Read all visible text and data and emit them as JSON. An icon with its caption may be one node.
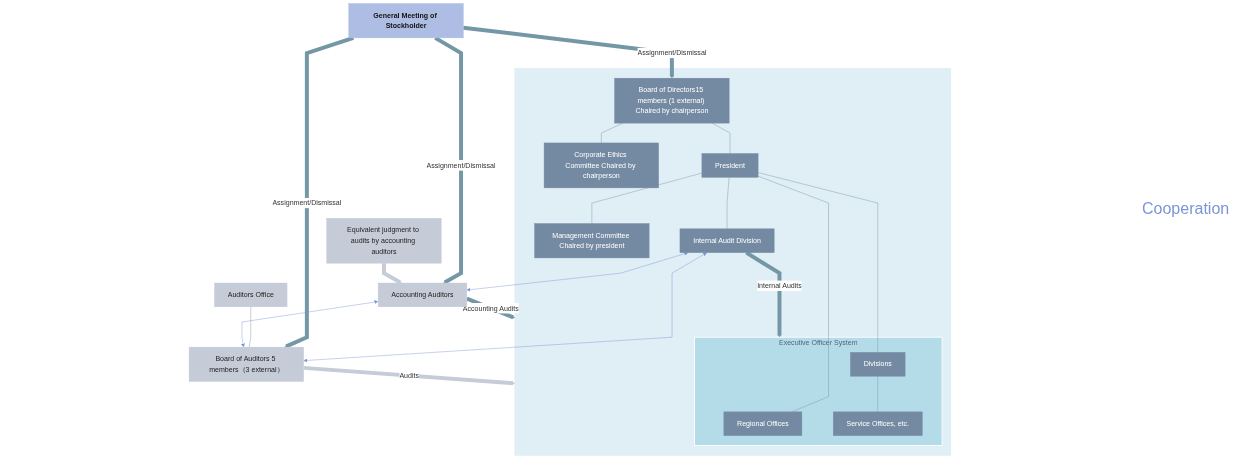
{
  "diagram": {
    "nodes": [
      {
        "text": [
          "General Meeting of Stockholder"
        ]
      },
      {
        "text": [],
        "shape": "box"
      },
      {
        "text": [
          "Board of Directors15 members (1 external) Chaired by chairperson"
        ],
        "in": 1
      },
      {
        "text": [
          "Corporate Ethics Committee Chaired by chairperson"
        ],
        "in": 1
      },
      {
        "text": [
          "President"
        ],
        "in": 1
      },
      {
        "text": [
          "Management Committee Chaired by president"
        ],
        "in": 1
      },
      {
        "text": [
          "Executive Officer System"
        ],
        "in": 1
      },
      {
        "text": [
          "Regional Offices"
        ],
        "in": 6
      },
      {
        "text": [
          "Divisions"
        ],
        "in": 6
      },
      {
        "text": [
          "Service Offices, etc."
        ],
        "in": 6
      },
      {
        "text": [
          "Internal Audit Division"
        ],
        "in": 1
      },
      {
        "text": [
          "Board of Auditors 5 members（3 external）"
        ]
      },
      {
        "text": [
          "Auditors Office"
        ]
      },
      {
        "text": [
          "Equivalent judgment to audits by accounting auditors"
        ]
      },
      {
        "text": [
          "Accounting Auditors"
        ]
      }
    ],
    "edges": [
      {
        "from": 0,
        "to": 2,
        "arrow": "to",
        "label": "Assignment/Dismissal",
        "style": "thick"
      },
      {
        "from": 0,
        "to": 11,
        "arrow": "to",
        "label": "Assignment/Dismissal",
        "style": "thick"
      },
      {
        "from": 0,
        "to": 14,
        "arrow": "to",
        "label": "Assignment/Dismissal",
        "style": "thick"
      },
      {
        "from": 2,
        "to": 3,
        "arrow": "none"
      },
      {
        "from": 2,
        "to": 4,
        "arrow": "none"
      },
      {
        "from": 4,
        "to": 5,
        "arrow": "none"
      },
      {
        "from": 4,
        "to": 7,
        "arrow": "none"
      },
      {
        "from": 4,
        "to": 8,
        "arrow": "none"
      },
      {
        "from": 8,
        "to": 9,
        "arrow": "none"
      },
      {
        "from": 4,
        "to": 10,
        "arrow": "none"
      },
      {
        "from": 10,
        "to": 6,
        "arrow": "to",
        "label": "Internal Audits",
        "style": "thick"
      },
      {
        "from": 12,
        "to": 11,
        "arrow": "none"
      },
      {
        "from": 11,
        "to": 1,
        "arrow": "to",
        "label": "Audits",
        "style": "thick",
        "color": "#c5ccd8"
      },
      {
        "from": 13,
        "to": 14,
        "arrow": "to",
        "style": "thick",
        "color": "#c5ccd8"
      },
      {
        "from": 14,
        "to": 1,
        "arrow": "to",
        "label": "Accounting Audits",
        "style": "thick"
      },
      {
        "from": 10,
        "to": 11,
        "arrow": "both",
        "color": "#7b96d6"
      },
      {
        "from": 14,
        "to": 11,
        "arrow": "both",
        "color": "#7b96d6"
      },
      {
        "from": 10,
        "to": 14,
        "arrow": "both",
        "color": "#7b96d6"
      }
    ],
    "labels": [
      "Cooperation"
    ]
  }
}
